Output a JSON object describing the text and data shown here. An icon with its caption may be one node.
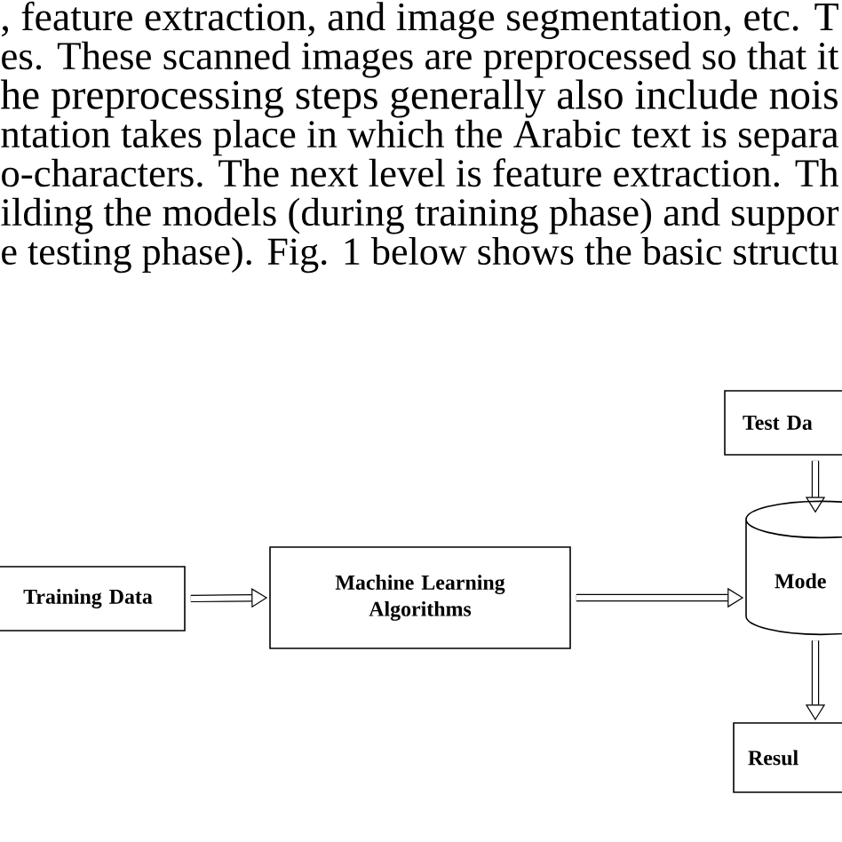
{
  "diagram": {
    "nodes": [
      {
        "text": [
          "Training Data"
        ]
      },
      {
        "text": [
          "Machine Learning Algorithms"
        ]
      },
      {
        "text": [
          "Test Da"
        ]
      },
      {
        "text": [
          "Mode"
        ]
      },
      {
        "text": [
          "Resul"
        ]
      }
    ],
    "edges": [
      {
        "from": 0,
        "to": 1,
        "arrow": "to"
      },
      {
        "from": 1,
        "to": 3,
        "arrow": "to"
      },
      {
        "from": 2,
        "to": 3,
        "arrow": "to"
      },
      {
        "from": 3,
        "to": 4,
        "arrow": "to"
      }
    ],
    "labels": [
      ", feature extraction, and image segmentation, etc. T",
      "es. These scanned images are preprocessed so that it",
      "he preprocessing steps generally also include nois",
      "ntation takes place in which the Arabic text is separa",
      "o-characters. The next level is feature extraction. Th",
      "ilding the models (during training phase) and suppor",
      "e testing phase). Fig. 1 below shows the basic structu"
    ]
  }
}
